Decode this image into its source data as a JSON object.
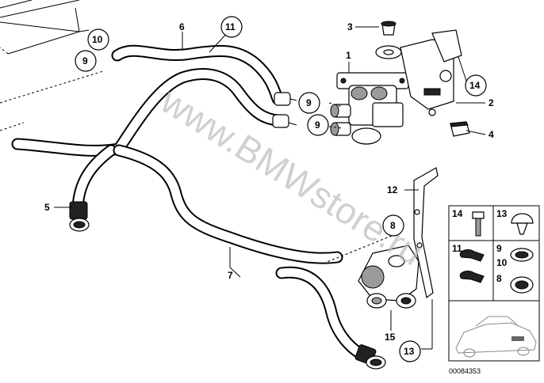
{
  "watermark": "www.BMWstore.ru",
  "diagram_code": "00084353",
  "callouts": {
    "c1": "1",
    "c2": "2",
    "c3": "3",
    "c4": "4",
    "c5": "5",
    "c6": "6",
    "c7": "7",
    "c8": "8",
    "c9a": "9",
    "c9b": "9",
    "c9c": "9",
    "c10": "10",
    "c11": "11",
    "c12": "12",
    "c13": "13",
    "c14": "14",
    "c15": "15"
  },
  "legend": {
    "l14": "14",
    "l13": "13",
    "l11": "11",
    "l9": "9",
    "l10": "10",
    "l8": "8"
  }
}
